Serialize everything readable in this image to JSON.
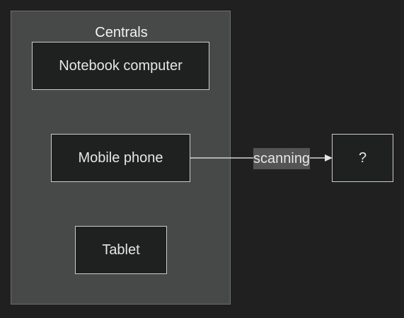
{
  "cluster": {
    "title": "Centrals"
  },
  "nodes": {
    "notebook": "Notebook computer",
    "mobile": "Mobile phone",
    "tablet": "Tablet",
    "unknown": "?"
  },
  "edge": {
    "label": "scanning"
  },
  "colors": {
    "background": "#202020",
    "cluster_fill": "#474949",
    "node_fill": "#1f2020",
    "node_border": "#cccccc",
    "edge_line": "#d3d3d3",
    "edge_label_bg": "#545454"
  }
}
